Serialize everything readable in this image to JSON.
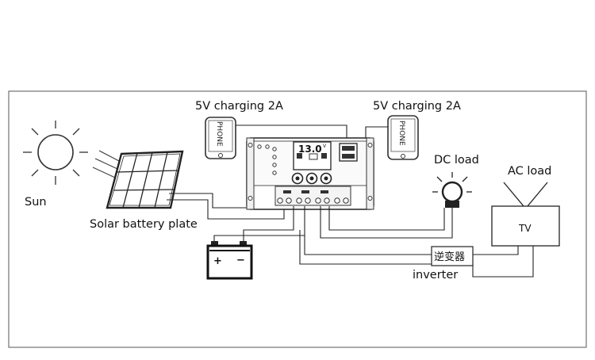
{
  "labels": {
    "sun": "Sun",
    "solar_plate": "Solar battery plate",
    "usb_left": "5V charging 2A",
    "usb_right": "5V charging 2A",
    "dc_load": "DC load",
    "ac_load": "AC load",
    "tv": "TV",
    "inverter_cn": "逆变器",
    "inverter_en": "inverter",
    "phone": "PHONE",
    "display_value": "13.0",
    "display_unit": "V",
    "battery_plus": "+",
    "battery_minus": "−"
  }
}
